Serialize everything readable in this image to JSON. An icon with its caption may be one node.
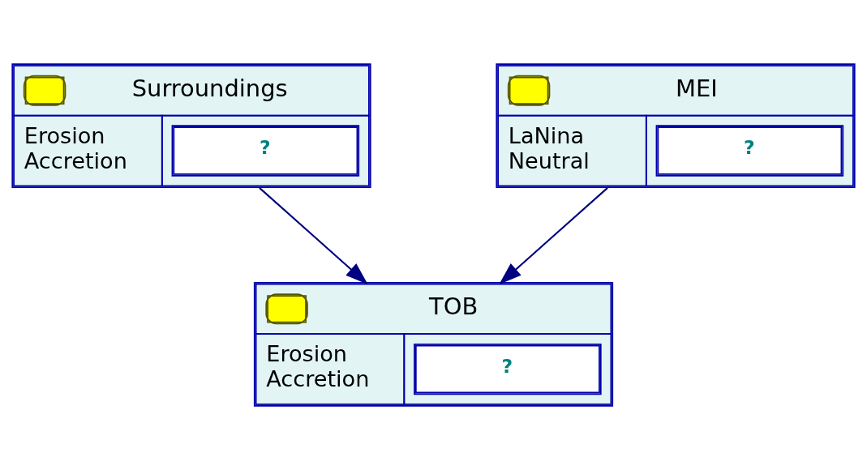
{
  "diagram": {
    "nodes": [
      {
        "text": [
          "Surroundings",
          "Erosion",
          "Accretion",
          "?"
        ]
      },
      {
        "text": [
          "MEI",
          "LaNina",
          "Neutral",
          "?"
        ]
      },
      {
        "text": [
          "TOB",
          "Erosion",
          "Accretion",
          "?"
        ]
      }
    ],
    "edges": [
      {
        "from": 0,
        "to": 2,
        "arrow": "to"
      },
      {
        "from": 1,
        "to": 2,
        "arrow": "to"
      }
    ]
  }
}
